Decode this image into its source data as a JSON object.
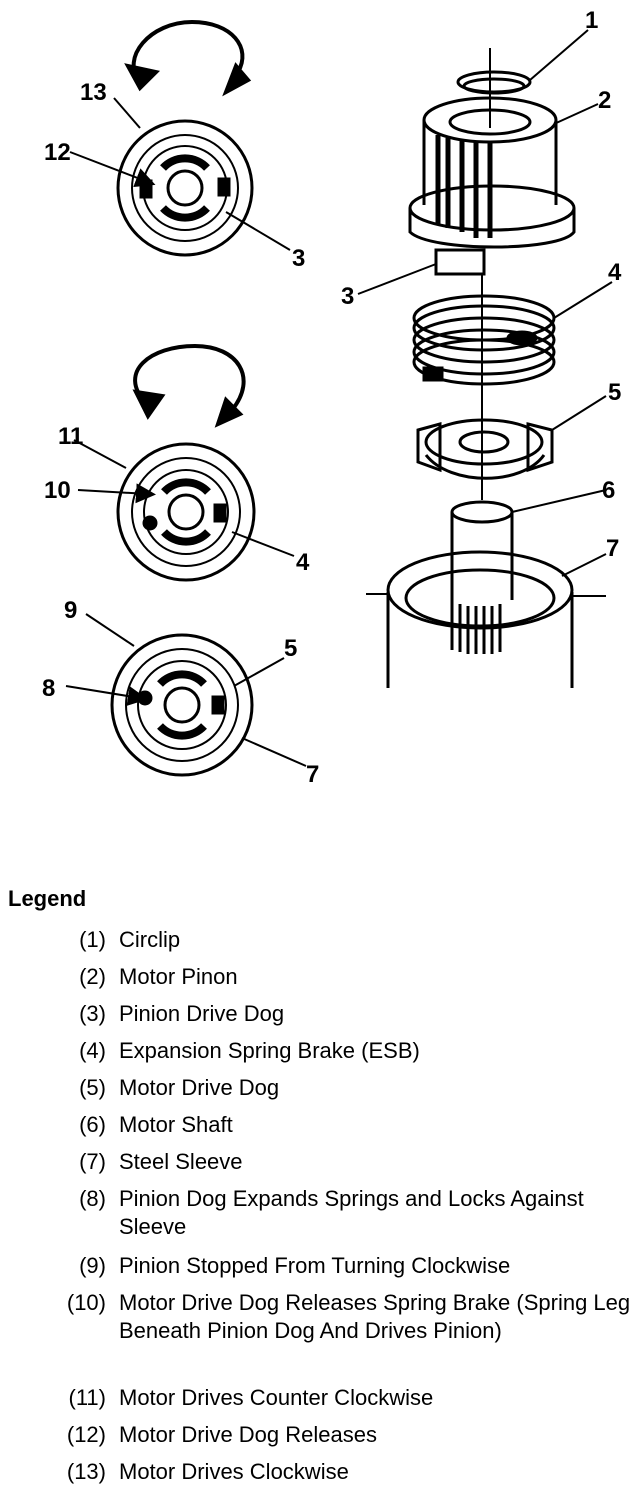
{
  "diagram": {
    "callouts": [
      "1",
      "2",
      "3",
      "4",
      "5",
      "6",
      "7",
      "3",
      "12",
      "13",
      "11",
      "10",
      "4",
      "9",
      "8",
      "5",
      "7"
    ]
  },
  "legend": {
    "title": "Legend",
    "items": [
      {
        "num": "(1)",
        "text": "Circlip"
      },
      {
        "num": "(2)",
        "text": "Motor Pinon"
      },
      {
        "num": "(3)",
        "text": "Pinion Drive Dog"
      },
      {
        "num": "(4)",
        "text": "Expansion Spring Brake (ESB)"
      },
      {
        "num": "(5)",
        "text": "Motor Drive Dog"
      },
      {
        "num": "(6)",
        "text": "Motor Shaft"
      },
      {
        "num": "(7)",
        "text": "Steel Sleeve"
      },
      {
        "num": "(8)",
        "text": "Pinion Dog Expands Springs and Locks Against Sleeve"
      },
      {
        "num": "(9)",
        "text": "Pinion Stopped From Turning Clockwise"
      },
      {
        "num": "(10)",
        "text": "Motor Drive Dog Releases Spring Brake (Spring Leg Beneath Pinion Dog And Drives Pinion)"
      },
      {
        "num": "(11)",
        "text": "Motor Drives Counter Clockwise"
      },
      {
        "num": "(12)",
        "text": "Motor Drive Dog Releases"
      },
      {
        "num": "(13)",
        "text": "Motor Drives Clockwise"
      }
    ]
  }
}
